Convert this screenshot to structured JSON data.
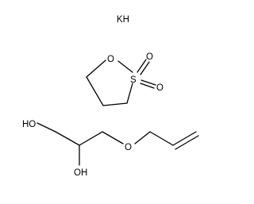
{
  "reagent": {
    "label": "KH"
  },
  "sultone": {
    "name": "1,3-propane sultone",
    "atoms": {
      "ring_oxygen": "O",
      "sulfur": "S",
      "oxo_top": "O",
      "oxo_bottom": "O"
    }
  },
  "glycerol_ether": {
    "name": "3-allyloxy-1,2-propanediol",
    "atoms": {
      "hydroxyl_terminal": "HO",
      "hydroxyl_secondary": "OH",
      "ether_oxygen": "O"
    }
  },
  "colors": {
    "ink": "#000000",
    "background": "#ffffff"
  }
}
